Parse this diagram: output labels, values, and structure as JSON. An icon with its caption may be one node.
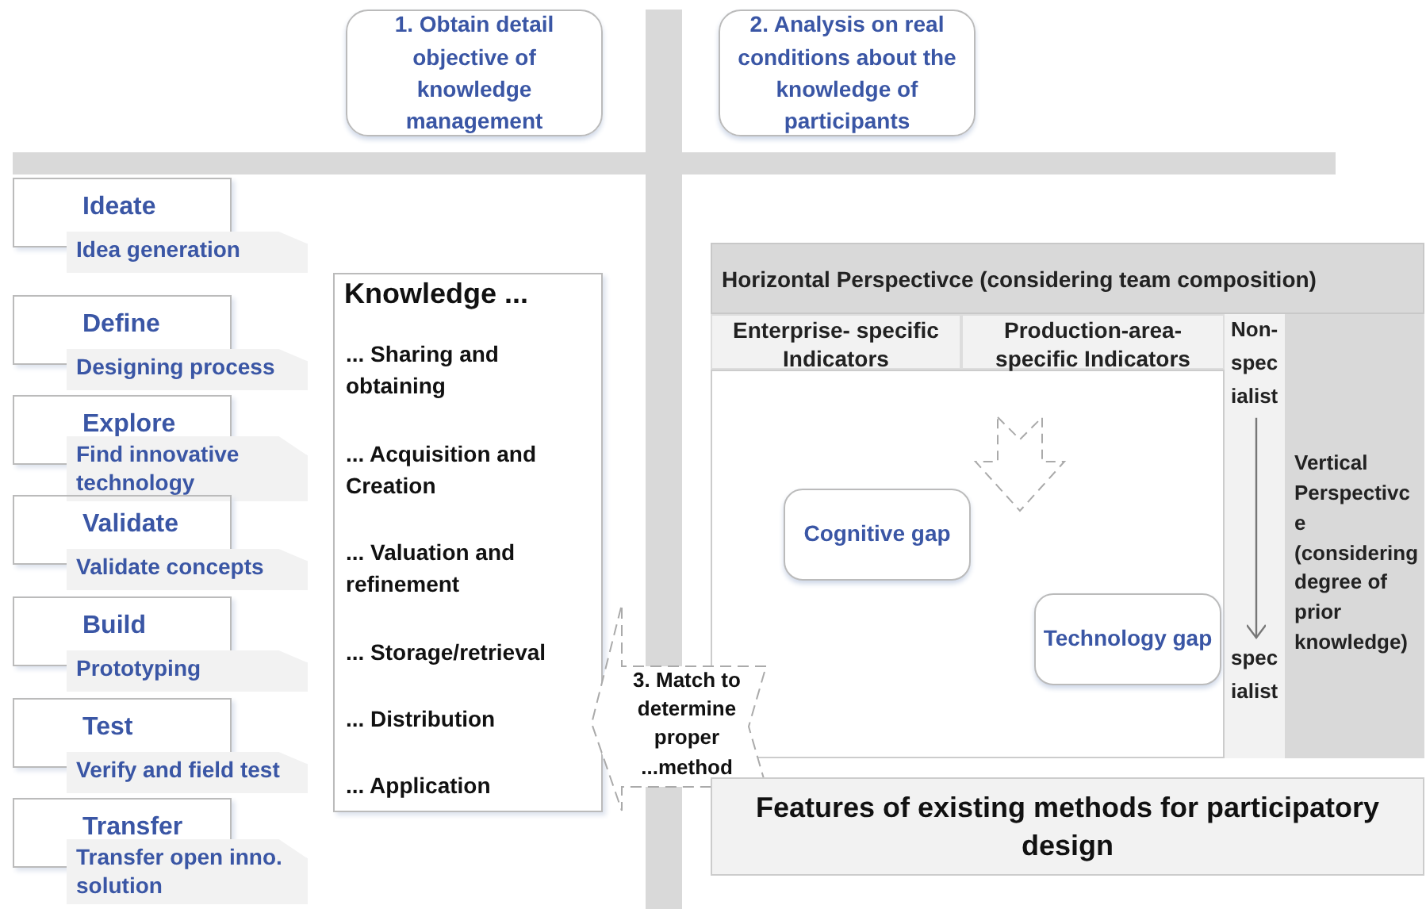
{
  "diagram": {
    "nodes": [
      {
        "text": [
          "1. Obtain detail objective of knowledge management"
        ]
      },
      {
        "text": [
          "2. Analysis on real conditions about the knowledge of participants"
        ]
      },
      {
        "text": [
          "Ideate",
          "Idea generation"
        ]
      },
      {
        "text": [
          "Define",
          "Designing process"
        ]
      },
      {
        "text": [
          "Explore",
          "Find innovative technology"
        ]
      },
      {
        "text": [
          "Validate",
          "Validate concepts"
        ]
      },
      {
        "text": [
          "Build",
          "Prototyping"
        ]
      },
      {
        "text": [
          "Test",
          "Verify and field test"
        ]
      },
      {
        "text": [
          "Transfer",
          "Transfer open inno. solution"
        ]
      },
      {
        "text": [
          "Knowledge ...",
          "... Sharing and obtaining",
          "... Acquisition and Creation",
          "... Valuation and refinement",
          "... Storage/retrieval",
          "... Distribution",
          "... Application"
        ]
      },
      {
        "text": [
          "3. Match to determine proper ...method"
        ]
      },
      {
        "text": [
          "Horizontal Perspectivce (considering team composition)"
        ]
      },
      {
        "text": [
          "Enterprise- specific Indicators"
        ]
      },
      {
        "text": [
          "Production-area-specific Indicators"
        ]
      },
      {
        "text": [
          "Non-specialist"
        ]
      },
      {
        "text": [
          "specialist"
        ]
      },
      {
        "text": [
          "Vertical Perspectivce (considering degree of prior knowledge)"
        ]
      },
      {
        "text": [
          "Cognitive gap"
        ]
      },
      {
        "text": [
          "Technology gap"
        ]
      },
      {
        "text": [
          "Features of existing methods for participatory design"
        ]
      },
      {
        "text": [],
        "shape": "bar"
      },
      {
        "text": [],
        "shape": "bar"
      }
    ],
    "edges": [
      {
        "from": 14,
        "to": 15,
        "arrow": "to"
      }
    ]
  }
}
